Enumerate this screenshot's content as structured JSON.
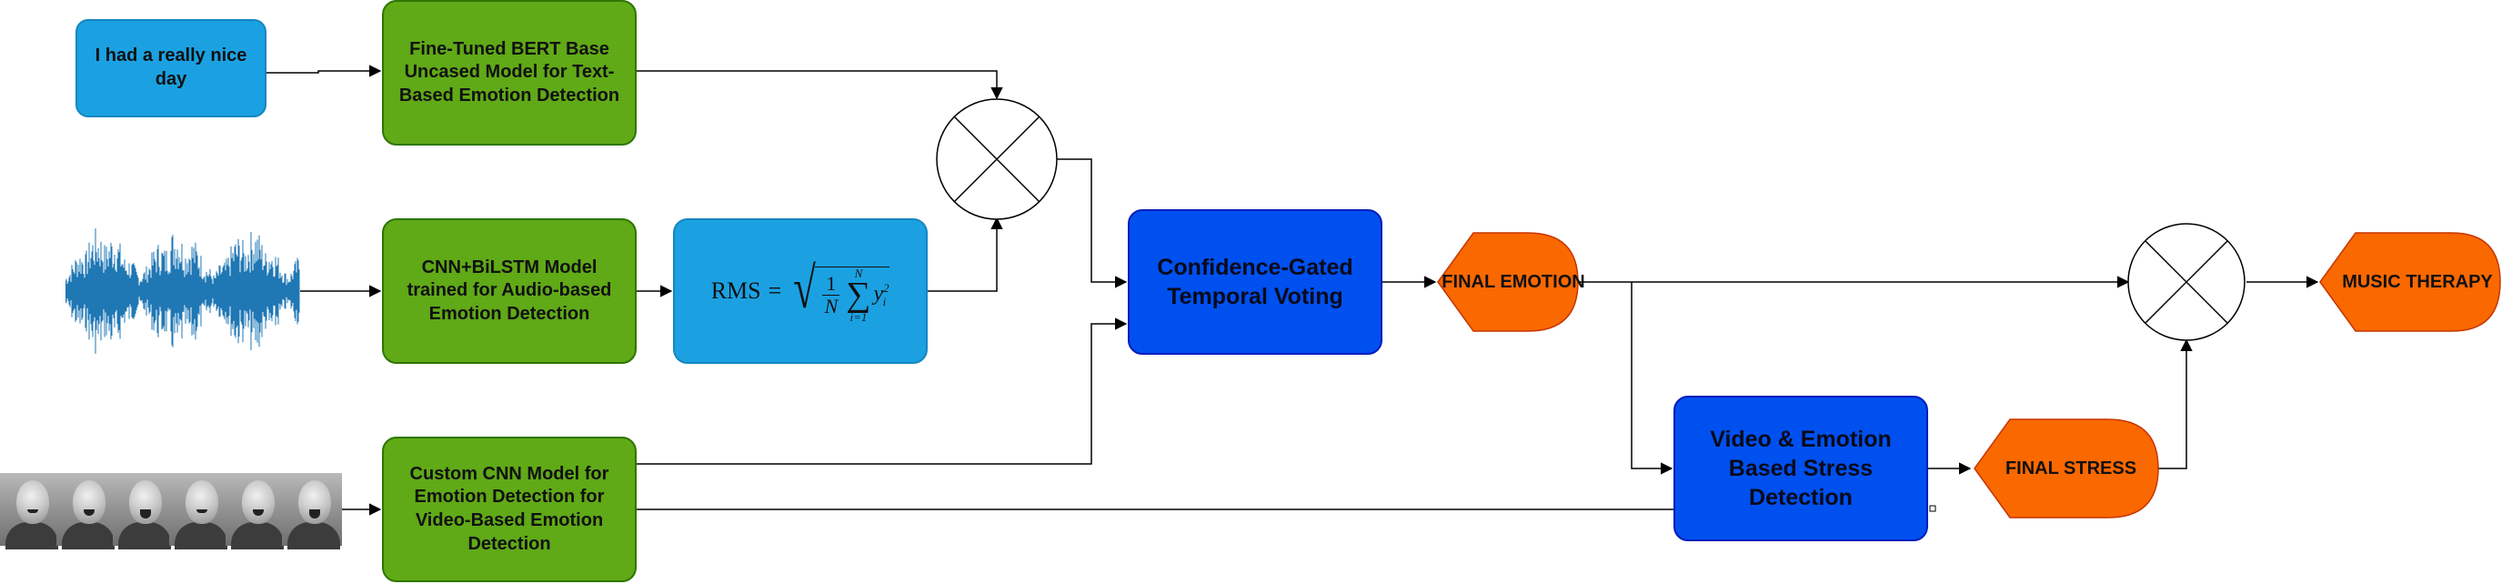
{
  "diagram": {
    "text_input": {
      "label": "I had a really nice day",
      "fill": "#1ba1e2"
    },
    "models": {
      "text_model": "Fine-Tuned BERT Base Uncased Model for Text-Based Emotion Detection",
      "audio_model": "CNN+BiLSTM Model trained for Audio-based Emotion Detection",
      "video_model": "Custom CNN Model for Emotion Detection for Video-Based Emotion Detection",
      "fill": "#60a917"
    },
    "rms": {
      "lhs": "RMS",
      "equals": "=",
      "frac_num": "1",
      "frac_den": "N",
      "sum_upper": "N",
      "sum_lower": "i=1",
      "term": "y",
      "term_sub": "i",
      "term_sup": "2",
      "fill": "#1ba1e2"
    },
    "processes": {
      "voting": "Confidence-Gated Temporal Voting",
      "stress": "Video & Emotion Based Stress Detection",
      "fill": "#0050ef"
    },
    "outputs": {
      "final_emotion": "FINAL EMOTION",
      "final_stress": "FINAL STRESS",
      "music_therapy": "MUSIC THERAPY",
      "fill": "#fa6800"
    },
    "icons": {
      "junction": "multiply-junction-icon",
      "audio": "audio-waveform-icon",
      "video": "video-frames-icon"
    }
  }
}
